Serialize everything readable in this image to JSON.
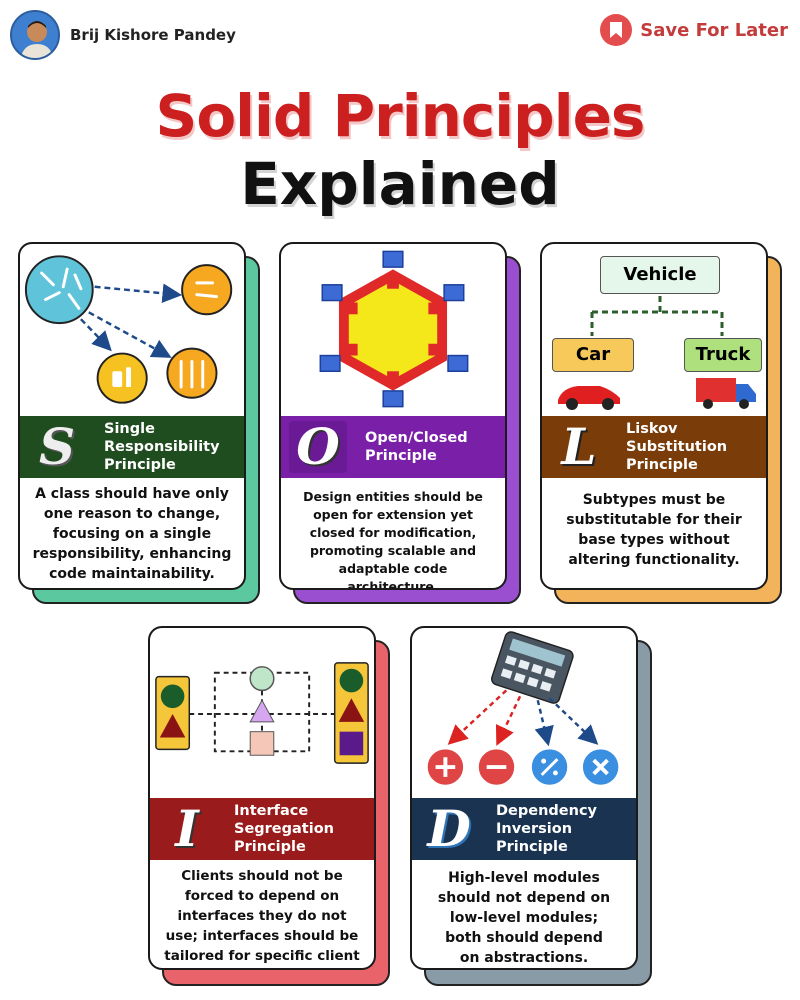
{
  "header": {
    "author": "Brij Kishore Pandey",
    "save_label": "Save For Later"
  },
  "title": {
    "line1": "Solid Principles",
    "line2": "Explained"
  },
  "colors": {
    "title_red": "#cc1f1f",
    "s_band": "#1f4d1f",
    "o_band": "#7a1fa8",
    "l_band": "#7a3d0a",
    "i_band": "#9a1b1b",
    "d_band": "#1a3350"
  },
  "cards": [
    {
      "letter": "S",
      "title_lines": [
        "Single",
        "Responsibility",
        "Principle"
      ],
      "description": "A class should have only one reason to change, focusing on a single responsibility, enhancing code maintainability."
    },
    {
      "letter": "O",
      "title_lines": [
        "Open/Closed",
        "Principle"
      ],
      "description": "Design entities should be open for extension yet closed for modification, promoting scalable and adaptable code architecture."
    },
    {
      "letter": "L",
      "title_lines": [
        "Liskov",
        "Substitution",
        "Principle"
      ],
      "description": "Subtypes must be substitutable for their base types without altering functionality.",
      "diagram": {
        "parent": "Vehicle",
        "child_left": "Car",
        "child_right": "Truck"
      }
    },
    {
      "letter": "I",
      "title_lines": [
        "Interface",
        "Segregation",
        "Principle"
      ],
      "description": "Clients should not be forced to depend on interfaces they do not use; interfaces should be tailored for specific client needs."
    },
    {
      "letter": "D",
      "title_lines": [
        "Dependency",
        "Inversion",
        "Principle"
      ],
      "description": "High-level modules should not depend on low-level modules; both should depend on abstractions."
    }
  ]
}
